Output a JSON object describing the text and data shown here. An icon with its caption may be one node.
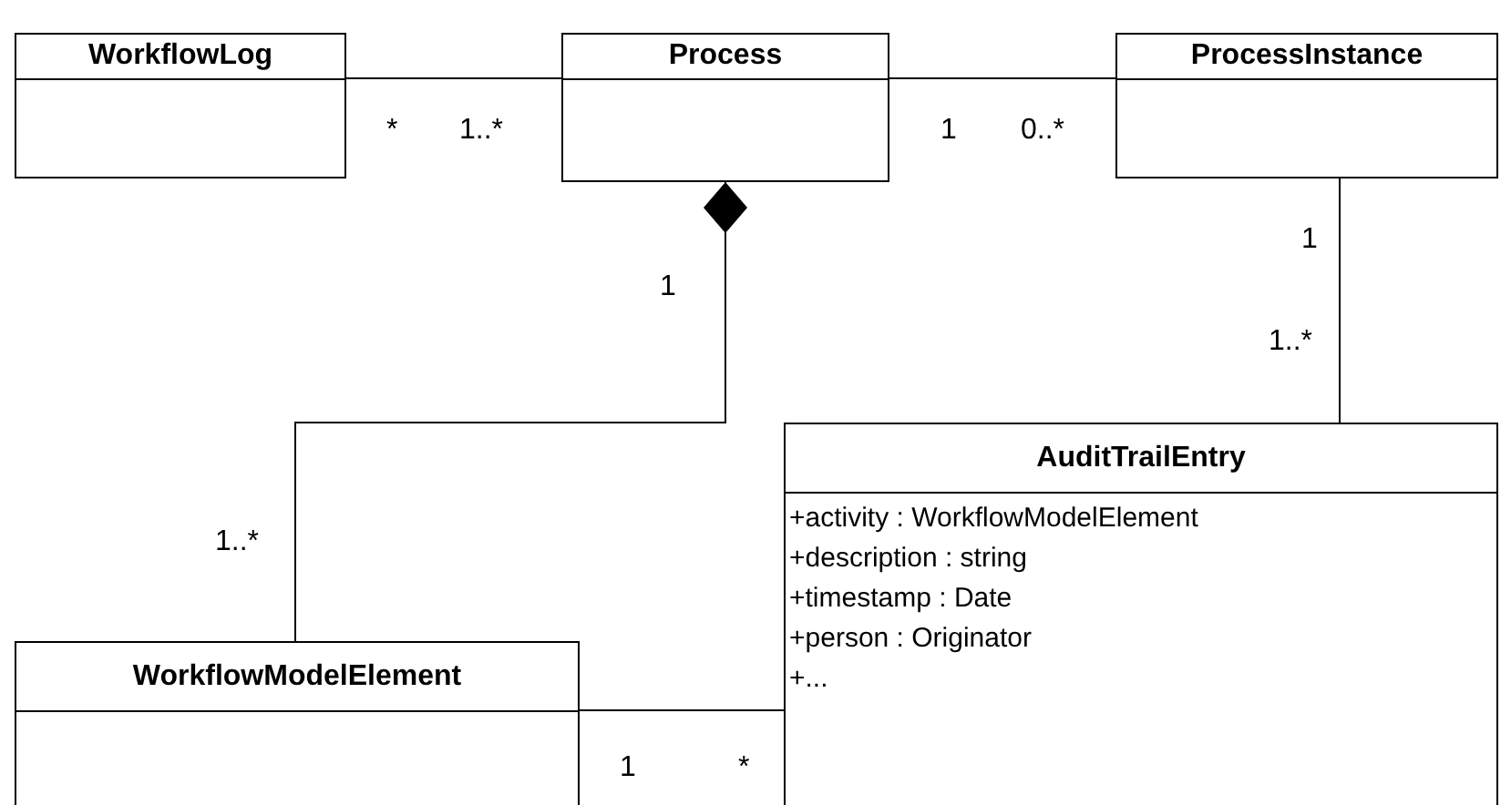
{
  "diagram": {
    "nodes": [
      {
        "text": [
          "WorkflowLog"
        ]
      },
      {
        "text": [
          "Process"
        ]
      },
      {
        "text": [
          "ProcessInstance"
        ]
      },
      {
        "text": [
          "AuditTrailEntry",
          "+activity : WorkflowModelElement",
          "+description : string",
          "+timestamp : Date",
          "+person : Originator",
          "+..."
        ]
      },
      {
        "text": [
          "WorkflowModelElement"
        ]
      }
    ],
    "edges": [
      {
        "from": 0,
        "to": 1,
        "arrow": "none"
      },
      {
        "from": 1,
        "to": 2,
        "arrow": "none"
      },
      {
        "from": 1,
        "to": 4,
        "arrow": "other"
      },
      {
        "from": 2,
        "to": 3,
        "arrow": "none"
      },
      {
        "from": 4,
        "to": 3,
        "arrow": "none"
      }
    ],
    "labels": [
      "*",
      "1..*",
      "1",
      "0..*",
      "1",
      "1",
      "1..*",
      "1..*",
      "1",
      "*"
    ]
  }
}
